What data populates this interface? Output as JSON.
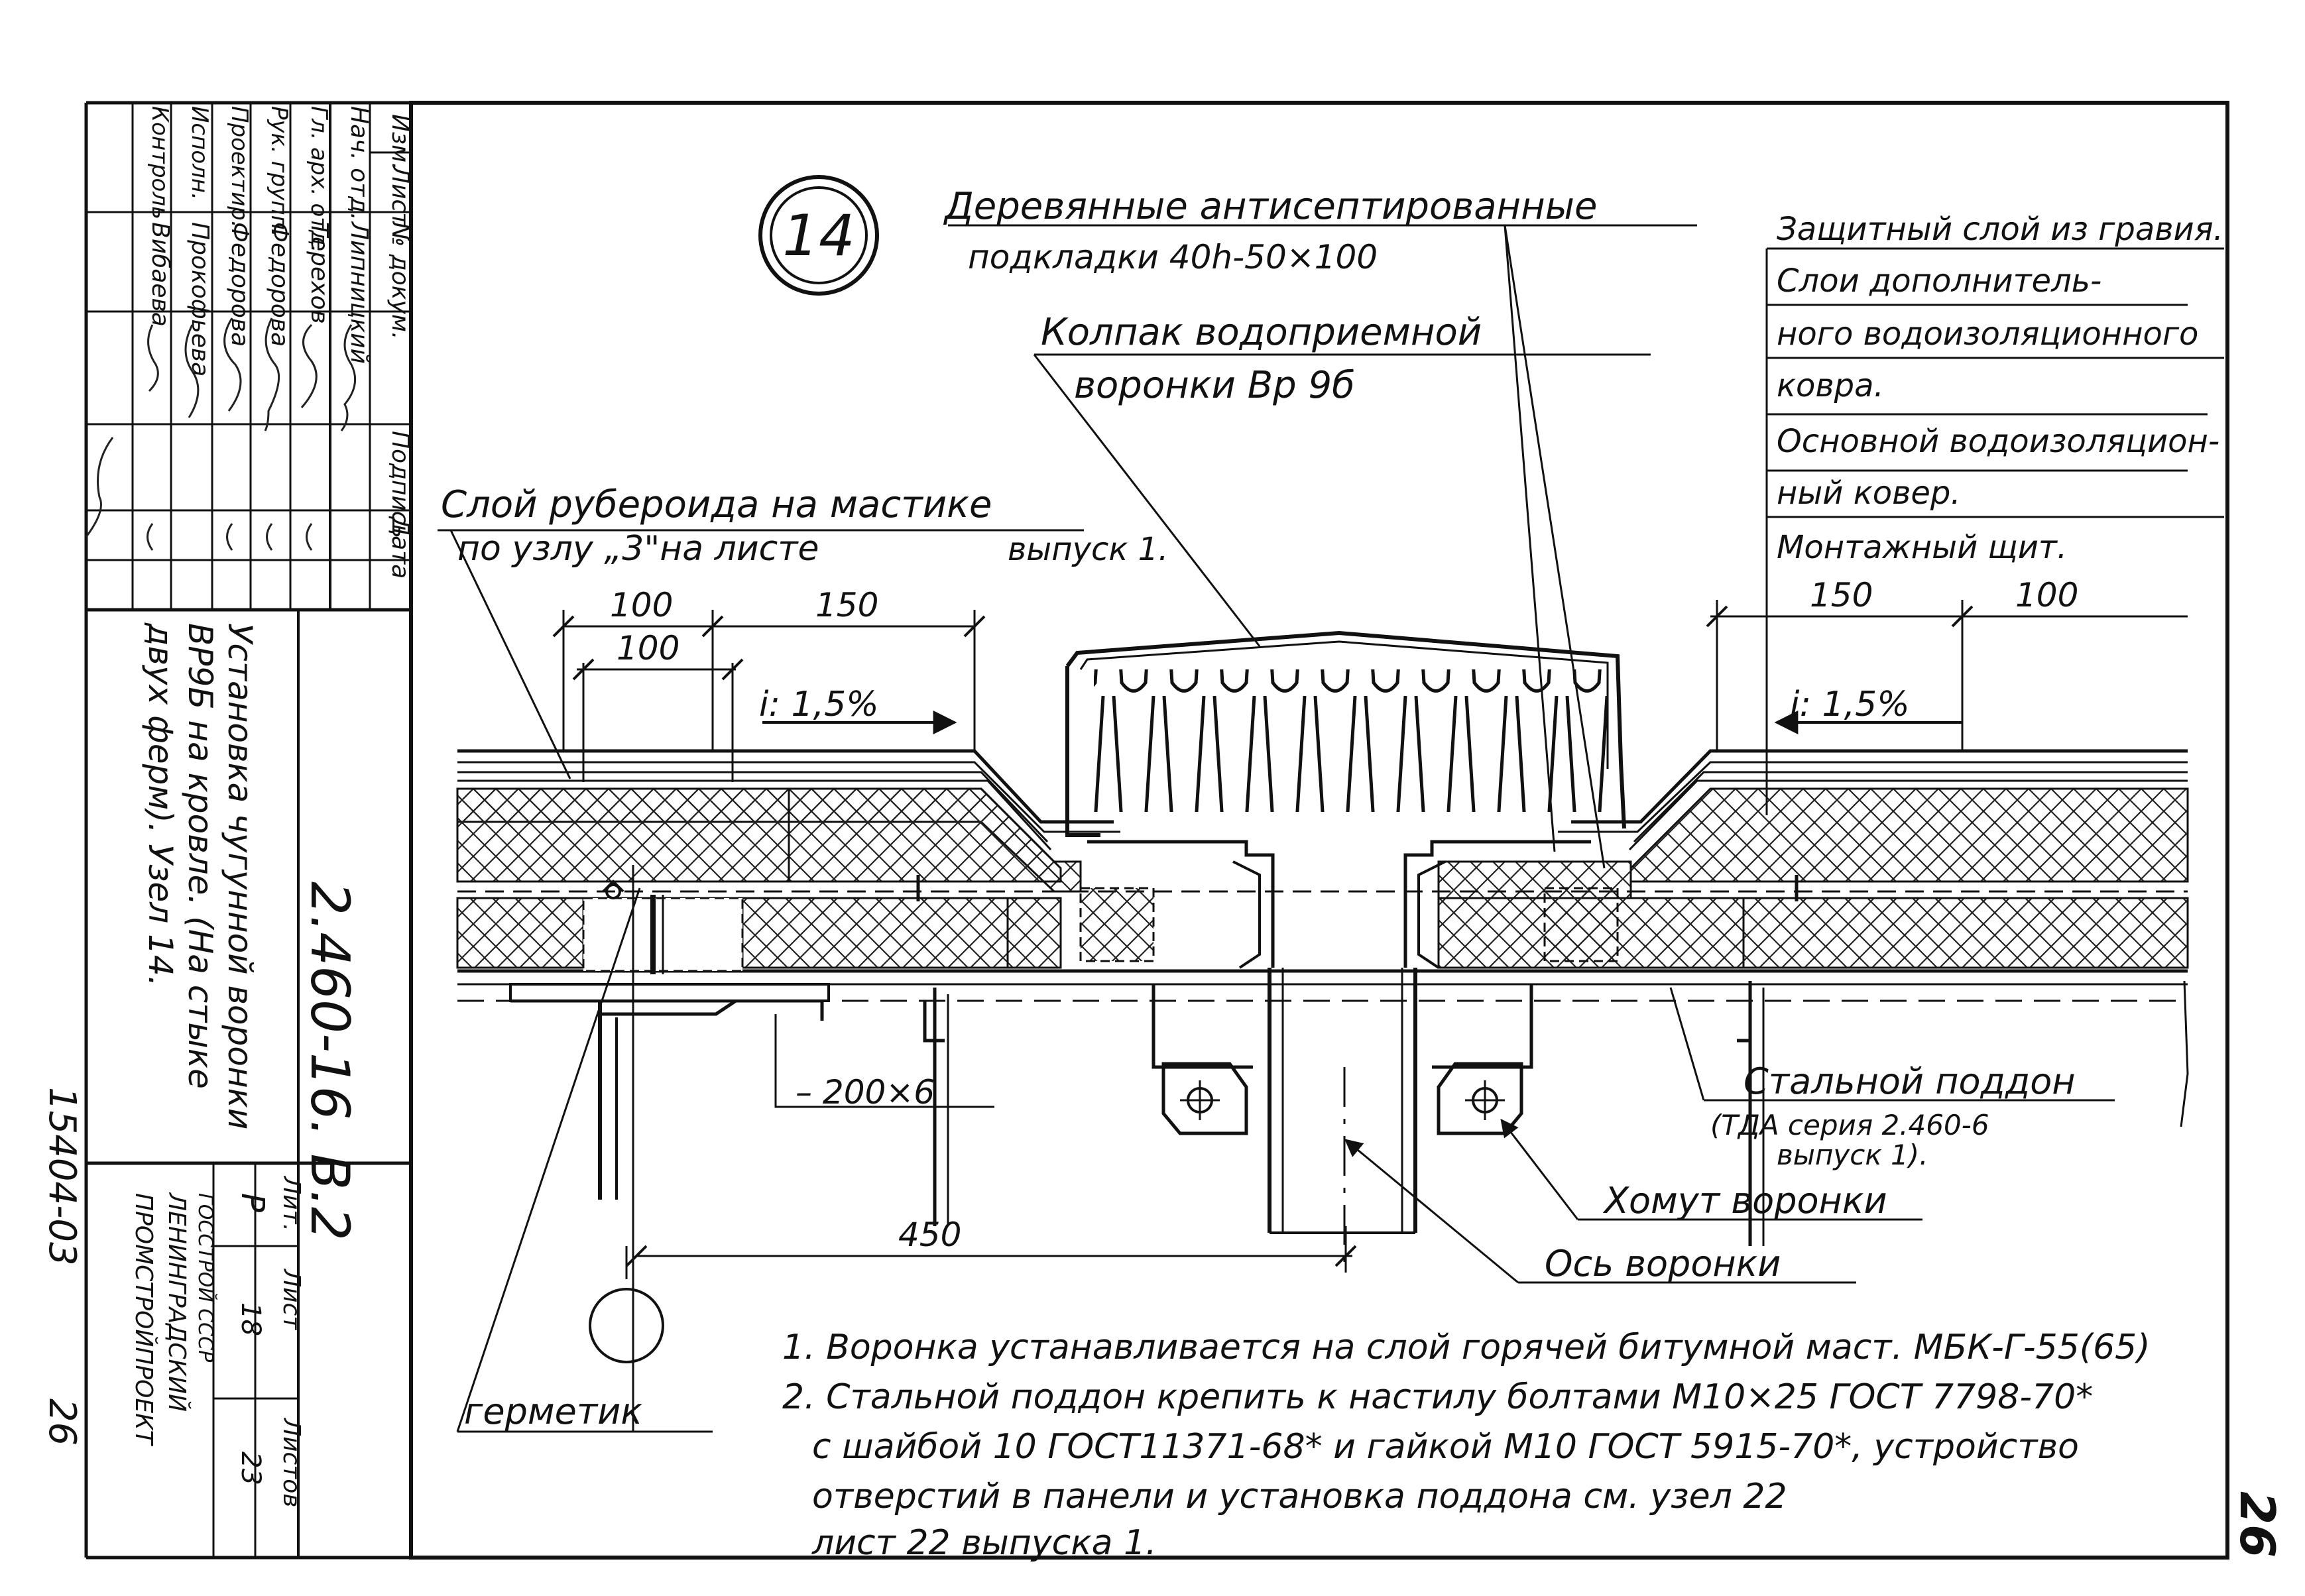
{
  "sheet": {
    "node_number": "14",
    "drawing_code": "2.460-16. В.2",
    "page_number": "26",
    "archive_number": "15404-03",
    "archive_page": "26",
    "drawing_title": [
      "Установка чугунной воронки",
      "ВР9Б на кровле. (На стыке",
      "двух ферм). Узел 14."
    ],
    "organization": [
      "ГОССТРОЙ СССР",
      "ЛЕНИНГРАДСКИЙ",
      "ПРОМСТРОЙПРОЕКТ"
    ]
  },
  "title_block": {
    "header": [
      "Изм.",
      "Лист",
      "№ докум.",
      "Подпись",
      "Дата"
    ],
    "rows": [
      {
        "role": "Нач. отд.",
        "name": "Липницкий"
      },
      {
        "role": "Гл. арх. отд.",
        "name": "Терехов"
      },
      {
        "role": "Рук. групп.",
        "name": "Федорова"
      },
      {
        "role": "Проектир.",
        "name": "Федорова"
      },
      {
        "role": "Исполн.",
        "name": "Прокофьева"
      },
      {
        "role": "Контроль",
        "name": "Вибаева"
      }
    ],
    "stage_header": [
      "Лит.",
      "Лист",
      "Листов"
    ],
    "stage_values": [
      "Р",
      "18",
      "23"
    ]
  },
  "labels": {
    "wood_pads_1": "Деревянные антисептированные",
    "wood_pads_2": "подкладки 40h-50×100",
    "cap_1": "Колпак водоприемной",
    "cap_2": "воронки Вр 9б",
    "ruberoid_1": "Слой рубероида на мастике",
    "ruberoid_2": "по узлу „3\"на листе",
    "ruberoid_3": "выпуск 1.",
    "layers": [
      "Защитный слой из гравия.",
      "Слои дополнитель-",
      "ного водоизоляционного",
      "ковра.",
      "Основной водоизоляцион-",
      "ный ковер.",
      "Монтажный щит."
    ],
    "steel_tray_1": "Стальной поддон",
    "steel_tray_2": "(ТДА серия 2.460-6",
    "steel_tray_3": "выпуск 1).",
    "clamp": "Хомут воронки",
    "axis": "Ось воронки",
    "sealant": "герметик",
    "plate": "– 200×6",
    "slope_left": "i: 1,5%",
    "slope_right": "i: 1,5%"
  },
  "dimensions": {
    "left_top_a": "100",
    "left_top_b": "150",
    "left_lower": "100",
    "right_a": "150",
    "right_b": "100",
    "bottom": "450"
  },
  "notes": [
    "1. Воронка устанавливается на слой горячей битумной маст. МБК-Г-55(65)",
    "2. Стальной поддон крепить к настилу болтами М10×25 ГОСТ 7798-70*",
    "с шайбой 10 ГОСТ11371-68* и гайкой М10 ГОСТ 5915-70*, устройство",
    "отверстий в панели и установка поддона см. узел 22",
    "лист 22 выпуска 1."
  ]
}
